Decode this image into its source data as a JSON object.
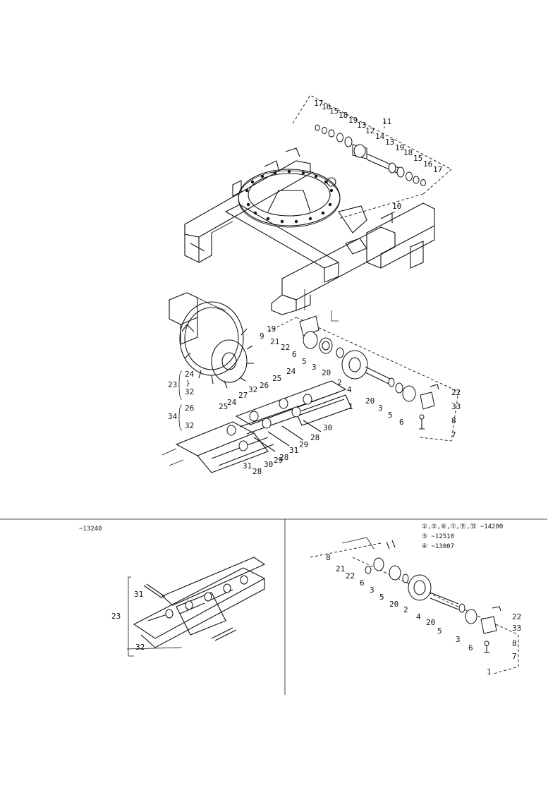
{
  "callouts": {
    "top": [
      "17",
      "16",
      "15",
      "18",
      "19",
      "13",
      "12",
      "14",
      "13",
      "19",
      "18",
      "15",
      "16",
      "17",
      "11",
      "10"
    ],
    "mid": [
      "19",
      "9",
      "21",
      "22",
      "6",
      "5",
      "3",
      "20",
      "2",
      "4",
      "1",
      "20",
      "3",
      "5",
      "6",
      "22",
      "33",
      "8",
      "7"
    ],
    "track": [
      "23",
      "24",
      "32",
      "34",
      "26",
      "32",
      "25",
      "24",
      "27",
      "32",
      "26",
      "25",
      "24",
      "30",
      "28",
      "29",
      "31",
      "28",
      "30",
      "29",
      "28",
      "31"
    ],
    "left_panel": [
      "31",
      "23",
      "32"
    ],
    "right_panel": [
      "8",
      "21",
      "22",
      "6",
      "3",
      "5",
      "20",
      "2",
      "4",
      "20",
      "5",
      "3",
      "6",
      "22",
      "33",
      "8",
      "7",
      "1"
    ]
  },
  "notes": {
    "left_panel_serial": "~13240",
    "right_line1": "②,⑤,⑥,⑦,⑪,⑬ ~14200",
    "right_line2": "⑤ ~12510",
    "right_line3": "④ ~13007"
  }
}
